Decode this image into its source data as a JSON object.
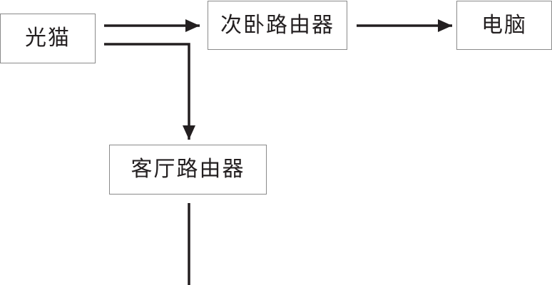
{
  "diagram": {
    "nodes": {
      "modem": "光猫",
      "bedroom_router": "次卧路由器",
      "pc": "电脑",
      "living_room_router": "客厅路由器"
    },
    "edges": [
      {
        "from": "modem",
        "to": "bedroom_router"
      },
      {
        "from": "bedroom_router",
        "to": "pc"
      },
      {
        "from": "modem",
        "to": "living_room_router"
      },
      {
        "from": "living_room_router",
        "to": ""
      }
    ],
    "colors": {
      "line": "#231f20",
      "box_border": "#8a8a8a",
      "text": "#231f20"
    }
  }
}
